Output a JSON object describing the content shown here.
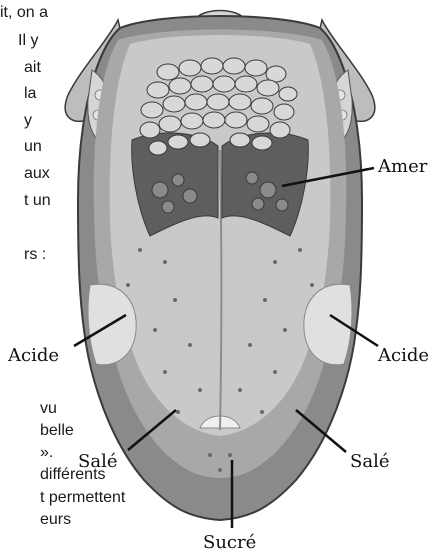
{
  "background_text": {
    "top_right_lines": [
      "it, on a",
      "Il y",
      "ait",
      "la",
      "y",
      "un",
      "aux",
      "t un"
    ],
    "colon_line": "rs  :",
    "bottom_lines": [
      "vu",
      "belle",
      "».",
      "différents",
      "t permettent",
      "eurs"
    ]
  },
  "labels": {
    "bitter": "Amer",
    "sour_left": "Acide",
    "sour_right": "Acide",
    "salty_left": "Salé",
    "salty_right": "Salé",
    "sweet": "Sucré"
  },
  "colors": {
    "tongue_light": "#c9c9c9",
    "tongue_mid": "#a8a8a8",
    "tongue_dark": "#6e6e6e",
    "bitter_zone": "#5e5e5e",
    "papillae": "#d8d8d8",
    "outline": "#3a3a3a"
  }
}
